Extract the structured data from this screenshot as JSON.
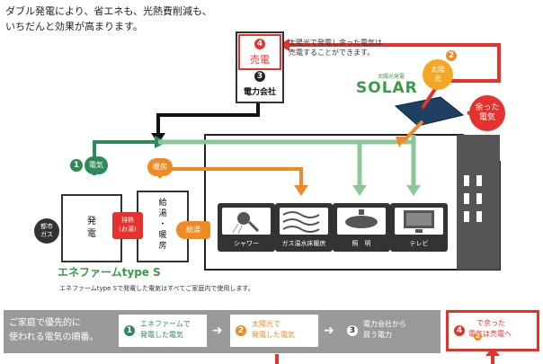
{
  "intro": {
    "line1": "ダブル発電により、省エネも、光熱費削減も、",
    "line2": "いちだんと効果が高まります。"
  },
  "company": {
    "sell_number": "4",
    "sell_label": "売電",
    "number": "3",
    "label": "電力会社"
  },
  "solar": {
    "note_line1": "太陽光で発電し余った電気は",
    "note_line2": "売電することができます。",
    "logo": "SOLAR",
    "logo_small": "太陽光発電",
    "sun_number": "2",
    "sun_label": "太陽\n光",
    "extra_label": "余った\n電気"
  },
  "flows": {
    "electricity_number": "1",
    "electricity": "電気",
    "heating": "暖房",
    "hot_water": "給湯",
    "exhaust": "排熱\n(お湯)",
    "city_gas": "都市\nガス"
  },
  "units": {
    "generator": "発\n電",
    "heater": "給\n湯\n・\n暖\n房"
  },
  "appliances": [
    {
      "label": "シャワー",
      "icon": "shower-icon"
    },
    {
      "label": "ガス温水床暖房",
      "icon": "floor-heating-icon"
    },
    {
      "label": "照　明",
      "icon": "ceiling-light-icon"
    },
    {
      "label": "テレビ",
      "icon": "tv-icon"
    }
  ],
  "enefarm": {
    "title": "エネファームtype S",
    "note": "エネファームtype Sで発電した電気はすべてご家庭内で使用します。"
  },
  "bottom": {
    "lead_line1": "ご家庭で優先的に",
    "lead_line2": "使われる電気の順番。",
    "steps": [
      {
        "number": "1",
        "line1": "エネファームで",
        "line2": "発電した電気"
      },
      {
        "number": "2",
        "line1": "太陽光で",
        "line2": "発電した電気"
      },
      {
        "number": "3",
        "line1": "電力会社から",
        "line2": "買う電力"
      }
    ],
    "final": {
      "number": "4",
      "small_number": "2",
      "line1": "で余った",
      "line2": "電気は売電へ"
    }
  },
  "colors": {
    "green": "#2e8b57",
    "light_green": "#8cc79a",
    "orange": "#f08a24",
    "red": "#e5322d",
    "dark": "#333333"
  }
}
